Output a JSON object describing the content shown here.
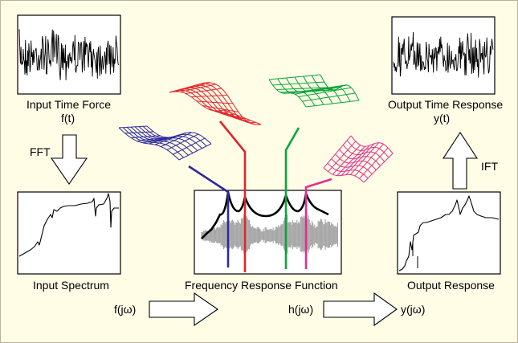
{
  "labels": {
    "input_time_force": "Input Time Force",
    "input_time_symbol": "f(t)",
    "fft": "FFT",
    "input_spectrum": "Input Spectrum",
    "frf": "Frequency Response Function",
    "output_response": "Output Response",
    "output_time_response": "Output Time Response",
    "output_time_symbol": "y(t)",
    "ift": "IFT",
    "f_jw": "f(jω)",
    "h_jw": "h(jω)",
    "y_jw": "y(jω)"
  },
  "colors": {
    "background": "#fffde6",
    "mode_1": "#2e2a9c",
    "mode_2": "#e0262c",
    "mode_3": "#0aa53c",
    "mode_4": "#e0308c",
    "frf_phase": "#a8a8a8"
  }
}
